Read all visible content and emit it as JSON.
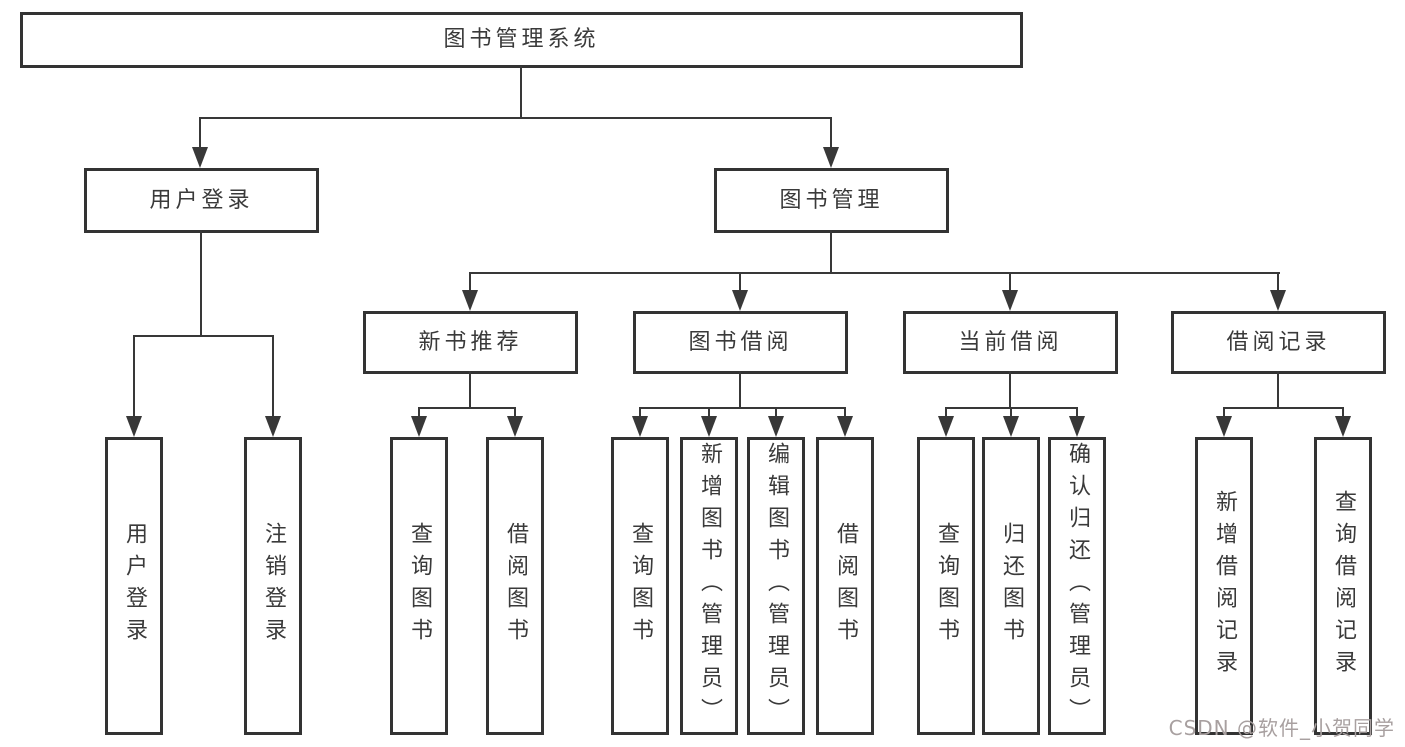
{
  "tree": {
    "root": {
      "label": "图书管理系统",
      "children": [
        {
          "label": "用户登录",
          "children": [
            {
              "label": "用户登录"
            },
            {
              "label": "注销登录"
            }
          ]
        },
        {
          "label": "图书管理",
          "children": [
            {
              "label": "新书推荐",
              "children": [
                {
                  "label": "查询图书"
                },
                {
                  "label": "借阅图书"
                }
              ]
            },
            {
              "label": "图书借阅",
              "children": [
                {
                  "label": "查询图书"
                },
                {
                  "label": "新增图书（管理员）"
                },
                {
                  "label": "编辑图书（管理员）"
                },
                {
                  "label": "借阅图书"
                }
              ]
            },
            {
              "label": "当前借阅",
              "children": [
                {
                  "label": "查询图书"
                },
                {
                  "label": "归还图书"
                },
                {
                  "label": "确认归还（管理员）"
                }
              ]
            },
            {
              "label": "借阅记录",
              "children": [
                {
                  "label": "新增借阅记录"
                },
                {
                  "label": "查询借阅记录"
                }
              ]
            }
          ]
        }
      ]
    }
  },
  "watermark": {
    "text": "CSDN @软件_小贺同学"
  },
  "colors": {
    "line": "#383838",
    "border": "#333333",
    "text": "#3a3a3a",
    "background": "#ffffff",
    "watermark": "#a8a0a0"
  }
}
